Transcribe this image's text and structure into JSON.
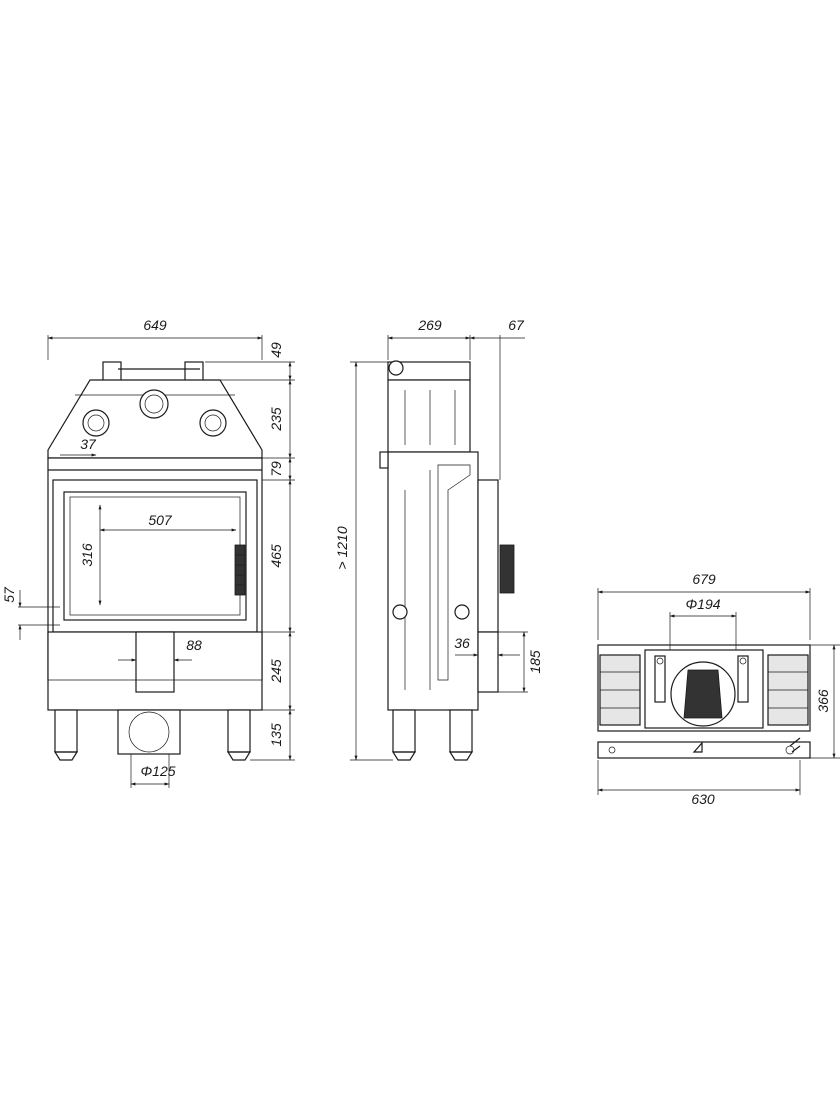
{
  "dimensions": {
    "front_width": "649",
    "top_offset": "49",
    "hood_height": "235",
    "side_offset": "37",
    "frame_offset": "79",
    "glass_width": "507",
    "glass_height": "316",
    "door_height": "465",
    "bottom_offset": "57",
    "duct_width": "88",
    "lower_height": "245",
    "leg_height": "135",
    "outlet_diameter": "Φ125",
    "side_depth": "269",
    "side_extra": "67",
    "total_height": "> 1210",
    "door_recess": "36",
    "handle_height": "185",
    "top_width": "679",
    "flue_diameter": "Φ194",
    "top_depth": "366",
    "top_base_width": "630"
  }
}
